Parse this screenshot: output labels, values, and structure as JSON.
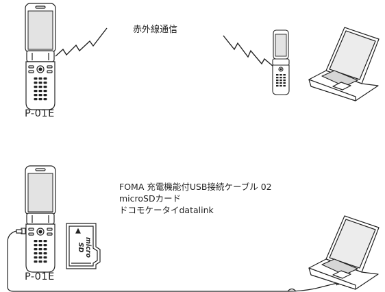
{
  "section1": {
    "title": "赤外線通信",
    "phone_label": "P-01E"
  },
  "section2": {
    "items": [
      "FOMA 充電機能付USB接続ケーブル 02",
      "microSDカード",
      "ドコモケータイdatalink"
    ],
    "phone_label": "P-01E",
    "sd_card_text": "micro SD"
  }
}
